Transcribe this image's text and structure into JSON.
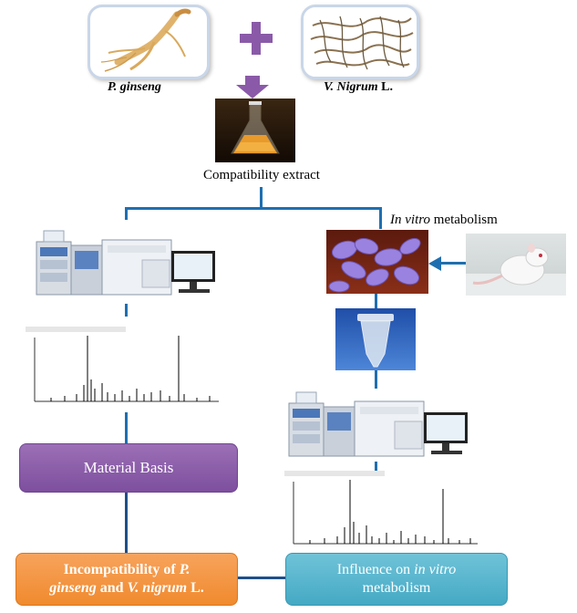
{
  "ingredients": {
    "left": {
      "genus": "P.",
      "species": "ginseng",
      "icon": "ginseng-root-icon"
    },
    "right": {
      "genus": "V. ",
      "species": "Nigrum",
      "suffix": " L.",
      "icon": "dried-roots-icon"
    },
    "plus": "+"
  },
  "extract": {
    "label": "Compatibility extract",
    "icon": "flask-icon"
  },
  "in_vitro": {
    "italic": "In vitro",
    "rest": " metabolism"
  },
  "boxes": {
    "material_basis": "Material Basis",
    "incompatibility": {
      "line1_a": "Incompatibility of ",
      "line1_b": "P.",
      "line2_a": "ginseng",
      "line2_b": " and ",
      "line2_c": "V. nigrum",
      "line2_d": " L."
    },
    "influence": {
      "line1_a": "Influence on ",
      "line1_b": "in vitro",
      "line2": "metabolism"
    }
  },
  "colors": {
    "connector": "#1f6fb0",
    "purple": "#8a5aa8",
    "orange": "#f2923a",
    "teal": "#55b4cc",
    "arrow": "#8a5aa8"
  }
}
